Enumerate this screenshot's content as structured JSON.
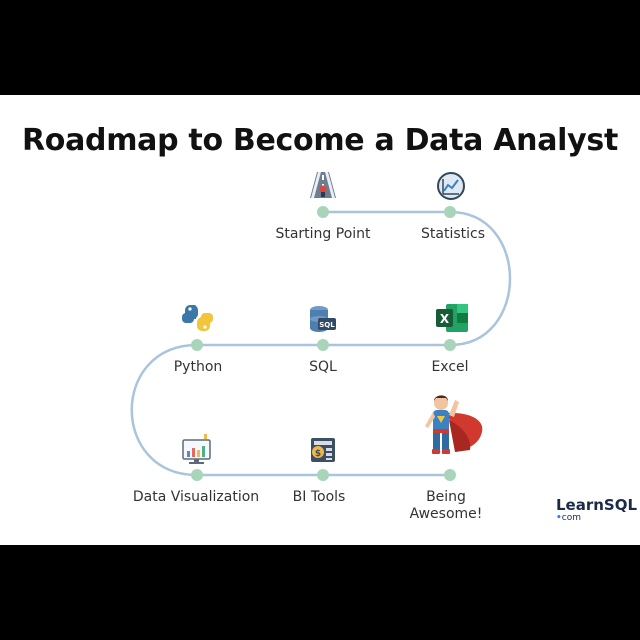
{
  "title": "Roadmap to Become a Data Analyst",
  "steps": [
    {
      "label": "Starting Point",
      "icon": "road-icon"
    },
    {
      "label": "Statistics",
      "icon": "line-chart-icon"
    },
    {
      "label": "Excel",
      "icon": "excel-icon"
    },
    {
      "label": "SQL",
      "icon": "database-sql-icon"
    },
    {
      "label": "Python",
      "icon": "python-icon"
    },
    {
      "label": "Data Visualization",
      "icon": "bar-chart-monitor-icon"
    },
    {
      "label": "BI Tools",
      "icon": "bi-report-icon"
    },
    {
      "label": "Being Awesome!",
      "icon": "superhero-icon"
    }
  ],
  "logo": {
    "name": "LearnSQL",
    "suffix": "com",
    "dot": "•"
  },
  "colors": {
    "path": "#a9c4dc",
    "node": "#a8d5b9",
    "text": "#333333"
  }
}
